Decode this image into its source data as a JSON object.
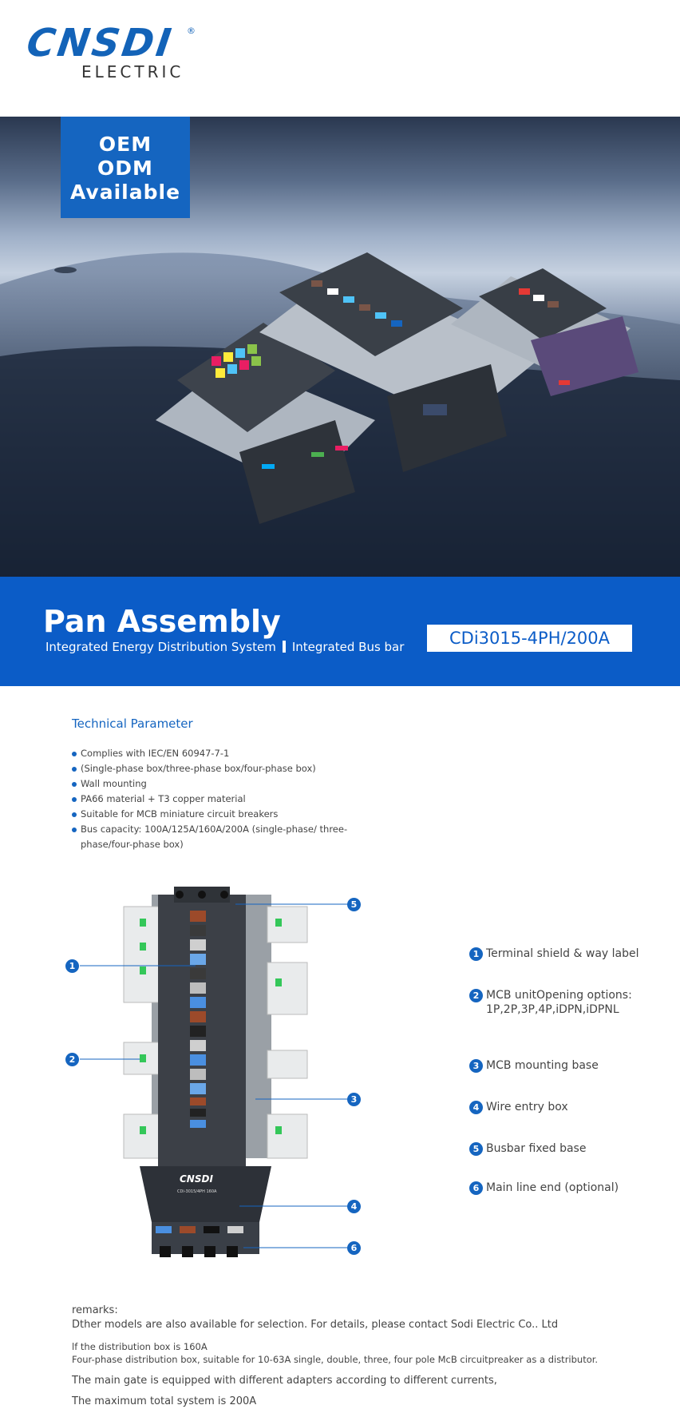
{
  "logo": {
    "main": "CNSDI",
    "registered": "®",
    "sub": "ELECTRIC"
  },
  "hero": {
    "oem_lines": [
      "OEM",
      "ODM",
      "Available"
    ]
  },
  "band": {
    "title": "Pan Assembly",
    "subtitle_left": "Integrated Energy Distribution System",
    "subtitle_right": "Integrated Bus bar",
    "model": "CDi3015-4PH/200A"
  },
  "tech": {
    "title": "Technical Parameter",
    "items": [
      "Complies with IEC/EN 60947-7-1",
      "(Single-phase box/three-phase box/four-phase box)",
      "Wall mounting",
      "PA66 material + T3 copper material",
      "Suitable for MCB miniature circuit breakers",
      "Bus capacity: 100A/125A/160A/200A (single-phase/ three-phase/four-phase box)"
    ]
  },
  "diagram": {
    "brand": "CNSDI",
    "label_code": "CDi-3015/4PH 160A",
    "legend": [
      {
        "n": "1",
        "text": "Terminal shield & way label"
      },
      {
        "n": "2",
        "text": "MCB unitOpening options:",
        "text2": "1P,2P,3P,4P,iDPN,iDPNL"
      },
      {
        "n": "3",
        "text": "MCB mounting base"
      },
      {
        "n": "4",
        "text": "Wire entry box"
      },
      {
        "n": "5",
        "text": "Busbar fixed base"
      },
      {
        "n": "6",
        "text": "Main line end (optional)"
      }
    ]
  },
  "remarks": {
    "label": "remarks:",
    "line1": "Dther models are also available for selection. For details, please contact Sodi Electric Co.. Ltd",
    "line2": "lf the distribution box is 160A",
    "line3": "Four-phase distribution box, suitable for 10-63A single, double, three, four pole McB circuitpreaker as a distributor.",
    "line4": "The main gate is equipped with different adapters according to different currents,",
    "line5": "The maximum total system is 200A"
  }
}
